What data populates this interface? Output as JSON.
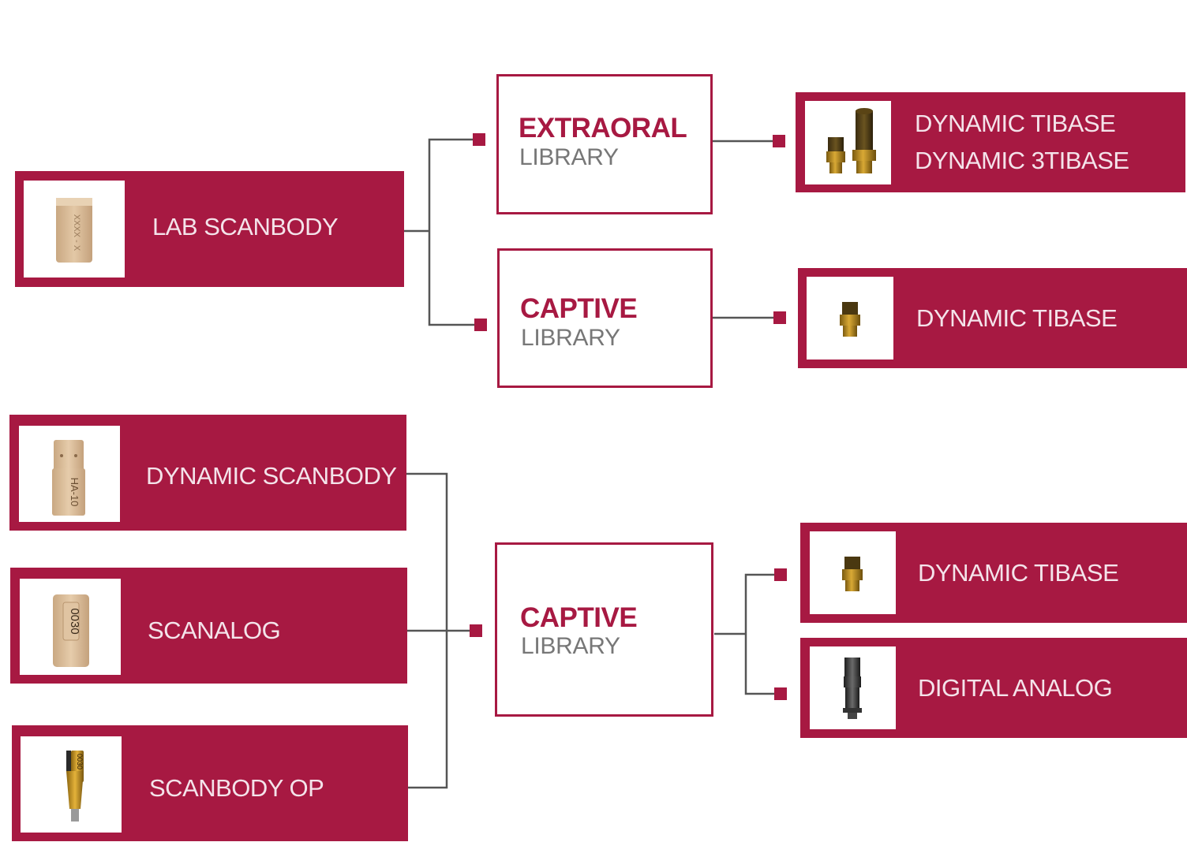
{
  "top": {
    "source": {
      "label": "LAB SCANBODY",
      "icon": "lab-scanbody-icon"
    },
    "extraoral": {
      "title": "EXTRAORAL",
      "subtitle": "LIBRARY"
    },
    "captive": {
      "title": "CAPTIVE",
      "subtitle": "LIBRARY"
    },
    "extraoral_result": {
      "line1": "DYNAMIC TIBASE",
      "line2": "DYNAMIC 3TIBASE",
      "icon": "tibase-pair-icon"
    },
    "captive_result": {
      "label": "DYNAMIC TIBASE",
      "icon": "tibase-icon"
    }
  },
  "bottom": {
    "sources": [
      {
        "label": "DYNAMIC SCANBODY",
        "icon": "dynamic-scanbody-icon"
      },
      {
        "label": "SCANALOG",
        "icon": "scanalog-icon"
      },
      {
        "label": "SCANBODY OP",
        "icon": "scanbody-op-icon"
      }
    ],
    "captive": {
      "title": "CAPTIVE",
      "subtitle": "LIBRARY"
    },
    "results": [
      {
        "label": "DYNAMIC TIBASE",
        "icon": "tibase-icon"
      },
      {
        "label": "DIGITAL ANALOG",
        "icon": "digital-analog-icon"
      }
    ]
  },
  "part_text": {
    "lab_scanbody": "XXXX - X",
    "dynamic_scanbody": "HA-10",
    "scanalog": "0030",
    "scanbody_op": "0030"
  },
  "colors": {
    "brand": "#a71942",
    "connector": "#555555",
    "subtitle": "#777777"
  }
}
